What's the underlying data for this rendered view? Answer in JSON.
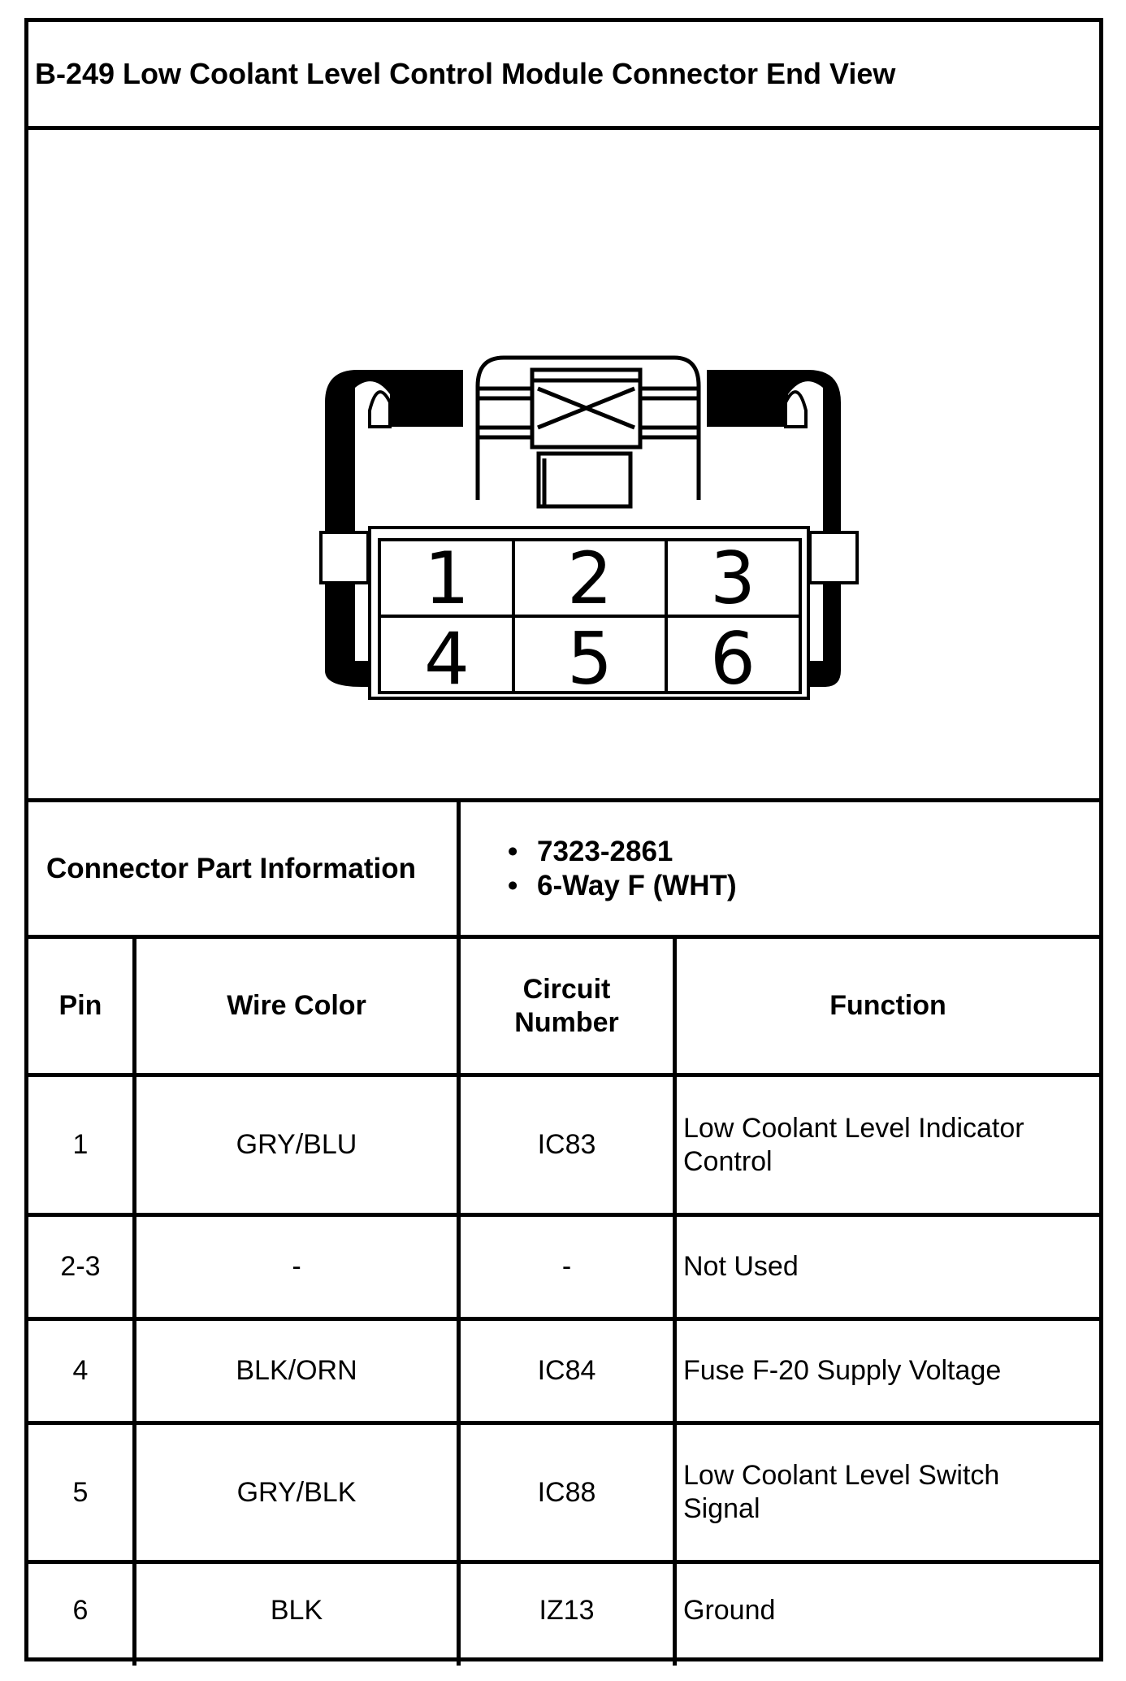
{
  "title": "B-249 Low Coolant Level Control Module Connector End View",
  "connector": {
    "pin_labels": [
      "1",
      "2",
      "3",
      "4",
      "5",
      "6"
    ]
  },
  "part_info": {
    "label": "Connector Part Information",
    "items": [
      "7323-2861",
      "6-Way F (WHT)"
    ]
  },
  "table": {
    "headers": {
      "pin": "Pin",
      "wire_color": "Wire Color",
      "circuit_number": "Circuit Number",
      "function": "Function"
    },
    "rows": [
      {
        "pin": "1",
        "wire_color": "GRY/BLU",
        "circuit": "IC83",
        "function": "Low Coolant Level Indicator Control"
      },
      {
        "pin": "2-3",
        "wire_color": "-",
        "circuit": "-",
        "function": "Not Used"
      },
      {
        "pin": "4",
        "wire_color": "BLK/ORN",
        "circuit": "IC84",
        "function": "Fuse F-20 Supply Voltage"
      },
      {
        "pin": "5",
        "wire_color": "GRY/BLK",
        "circuit": "IC88",
        "function": "Low Coolant Level Switch Signal"
      },
      {
        "pin": "6",
        "wire_color": "BLK",
        "circuit": "IZ13",
        "function": "Ground"
      }
    ]
  }
}
